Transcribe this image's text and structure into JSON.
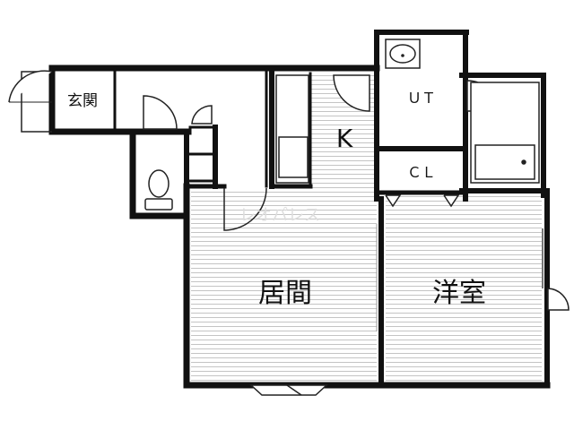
{
  "rooms": {
    "entrance": "玄関",
    "kitchen": "K",
    "utility": "ＵＴ",
    "closet": "ＣＬ",
    "living": "居間",
    "western_room": "洋室"
  },
  "watermark": "レオパレス",
  "colors": {
    "wall": "#111111",
    "floor_line": "#c9c9c9",
    "background": "#ffffff"
  }
}
